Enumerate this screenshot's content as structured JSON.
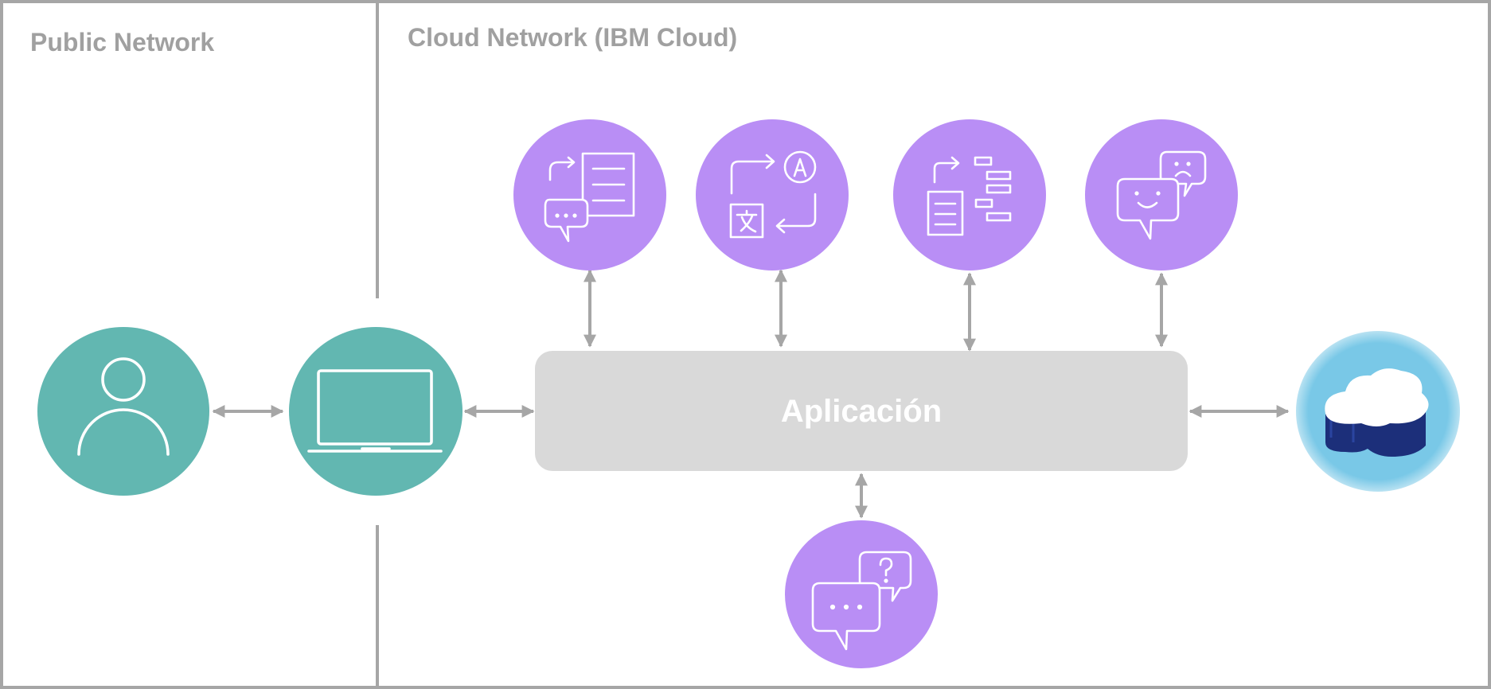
{
  "zones": {
    "public": {
      "label": "Public Network"
    },
    "cloud": {
      "label": "Cloud Network (IBM Cloud)"
    }
  },
  "application": {
    "label": "Aplicación"
  },
  "nodes": {
    "user": {
      "icon": "user-icon"
    },
    "laptop": {
      "icon": "laptop-icon"
    },
    "speech_to_text": {
      "icon": "speech-to-text-icon"
    },
    "translator": {
      "icon": "language-translator-icon"
    },
    "nlu": {
      "icon": "natural-language-understanding-icon"
    },
    "tone": {
      "icon": "tone-analyzer-icon"
    },
    "assistant": {
      "icon": "assistant-chat-icon"
    },
    "storage": {
      "icon": "cloud-database-icon"
    }
  },
  "colors": {
    "frame": "#a6a6a6",
    "teal": "#62b7b1",
    "purple": "#b98ef5",
    "app_box": "#d9d9d9",
    "cloud_bg": "#7ecae6",
    "cloud_db": "#1c2f7a",
    "label_gray": "#a0a0a0"
  }
}
